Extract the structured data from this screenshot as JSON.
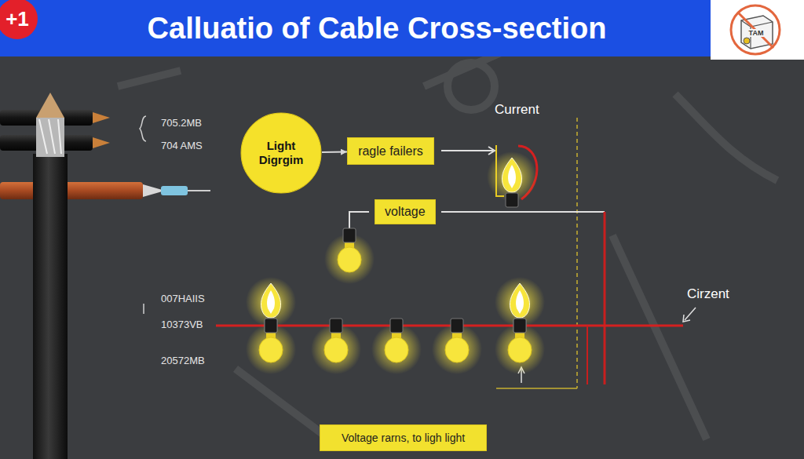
{
  "diagram": {
    "title": "Calluatio of Cable Cross-section",
    "nodes": [
      {
        "text": [
          "Light Digrgim"
        ]
      },
      {
        "text": [
          "ragle failers"
        ]
      },
      {
        "text": [
          "voltage"
        ]
      },
      {
        "text": [
          "Voltage rarns, to ligh light"
        ]
      }
    ],
    "edges": [
      {
        "from": 0,
        "to": 1,
        "arrow": "to"
      }
    ],
    "labels": [
      "+1",
      "TAM",
      "705.2MB",
      "704 AMS",
      "Current",
      "007HAIIS",
      "10373VB",
      "20572MB",
      "Cirzent"
    ]
  }
}
